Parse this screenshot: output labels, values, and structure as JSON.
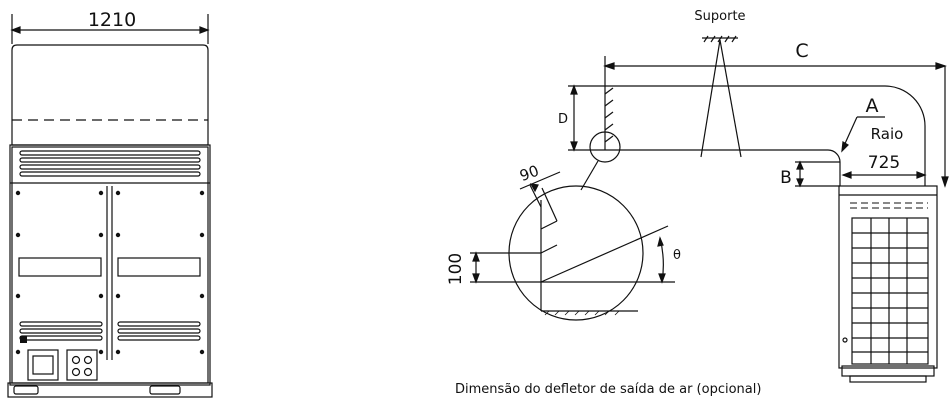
{
  "front_view": {
    "width_dim": "1210"
  },
  "side_view": {
    "support_label": "Suporte",
    "dim_c": "C",
    "dim_d": "D",
    "dim_a": "A",
    "radius_label": "Raio",
    "dim_725": "725",
    "dim_b": "B"
  },
  "detail": {
    "dim_90": "90",
    "dim_100": "100",
    "theta": "θ"
  },
  "caption": "Dimensão do defletor de saída de ar (opcional)"
}
